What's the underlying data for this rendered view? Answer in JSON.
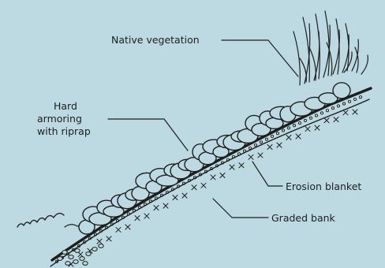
{
  "labels": {
    "native_vegetation": "Native vegetation",
    "hard_armoring": [
      "Hard",
      "armoring",
      "with riprap"
    ],
    "erosion_blanket": "Erosion blanket",
    "graded_bank": "Graded bank"
  },
  "colors": {
    "background": "#bdd9e2",
    "ink": "#1e1e1e"
  }
}
